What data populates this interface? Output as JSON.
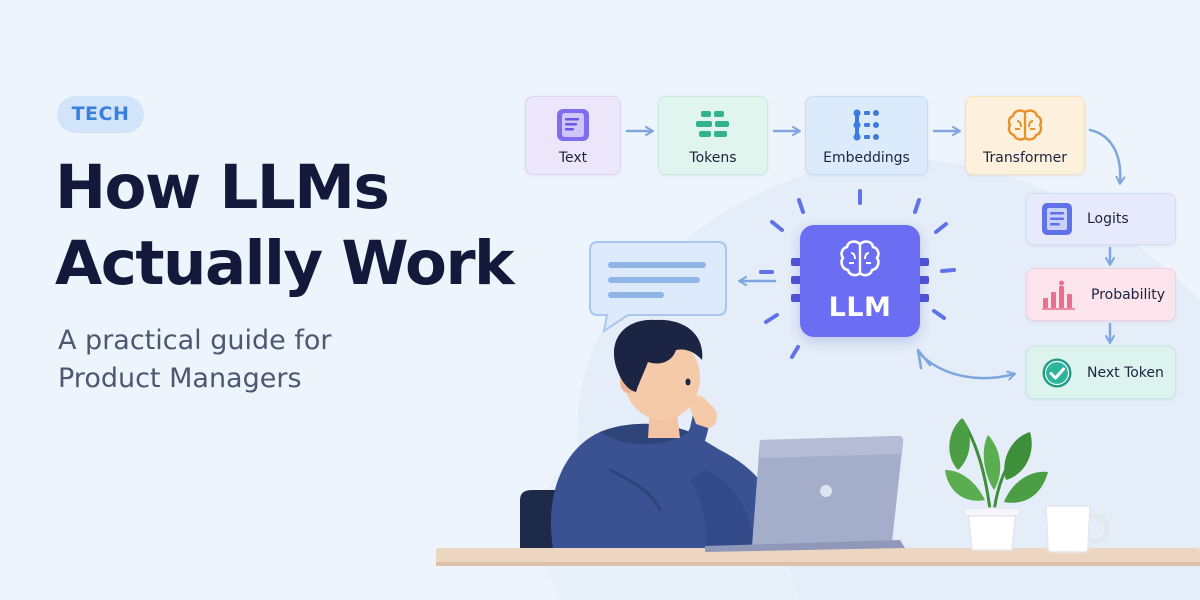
{
  "tag": "TECH",
  "title": {
    "line1": "How LLMs",
    "line2": "Actually Work"
  },
  "subtitle": {
    "line1": "A practical guide for",
    "line2": "Product Managers"
  },
  "pipeline": {
    "text": "Text",
    "tokens": "Tokens",
    "embeddings": "Embeddings",
    "transformer": "Transformer",
    "logits": "Logits",
    "probability": "Probability",
    "next_token": "Next Token"
  },
  "llm_label": "LLM",
  "icons": {
    "text": "document-icon",
    "tokens": "tokens-icon",
    "embeddings": "embeddings-icon",
    "transformer": "brain-icon",
    "logits": "list-icon",
    "probability": "bar-chart-icon",
    "next_token": "check-circle-icon",
    "llm": "brain-icon"
  },
  "colors": {
    "background": "#eef4fb",
    "title": "#12193a",
    "tag_bg": "#d2e4fa",
    "tag_text": "#3a7fdc",
    "accent": "#6b6ef2",
    "arrow": "#7fa7dd"
  }
}
